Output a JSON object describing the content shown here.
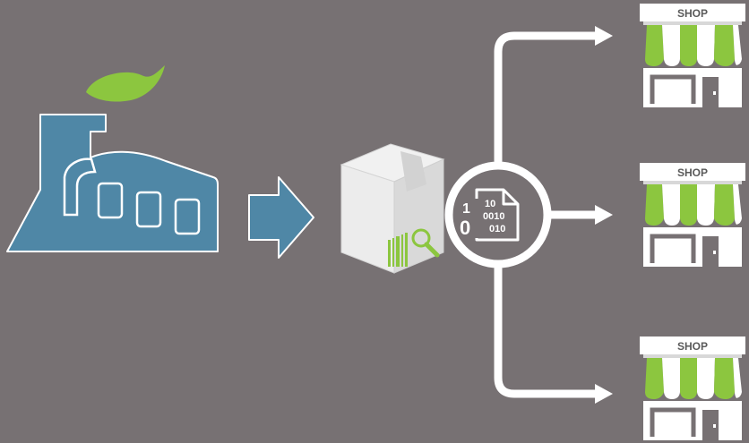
{
  "diagram": {
    "colors": {
      "background": "#777173",
      "factory": "#4f87a6",
      "leaf": "#8cc63f",
      "arrow": "#4f87a6",
      "connector": "#ffffff",
      "shop_awning_green": "#8cc63f"
    },
    "factory": {
      "icon": "factory-icon"
    },
    "flow_arrow": {
      "icon": "right-arrow-icon"
    },
    "package": {
      "icon": "package-box-icon",
      "scan_icon": "magnifier-icon",
      "barcode_icon": "barcode-icon"
    },
    "data_node": {
      "icon": "binary-file-icon",
      "digits": {
        "left_top": "1",
        "left_bottom": "0",
        "line1": "10",
        "line2": "0010",
        "line3": "010"
      }
    },
    "shops": [
      {
        "label": "SHOP"
      },
      {
        "label": "SHOP"
      },
      {
        "label": "SHOP"
      }
    ]
  }
}
